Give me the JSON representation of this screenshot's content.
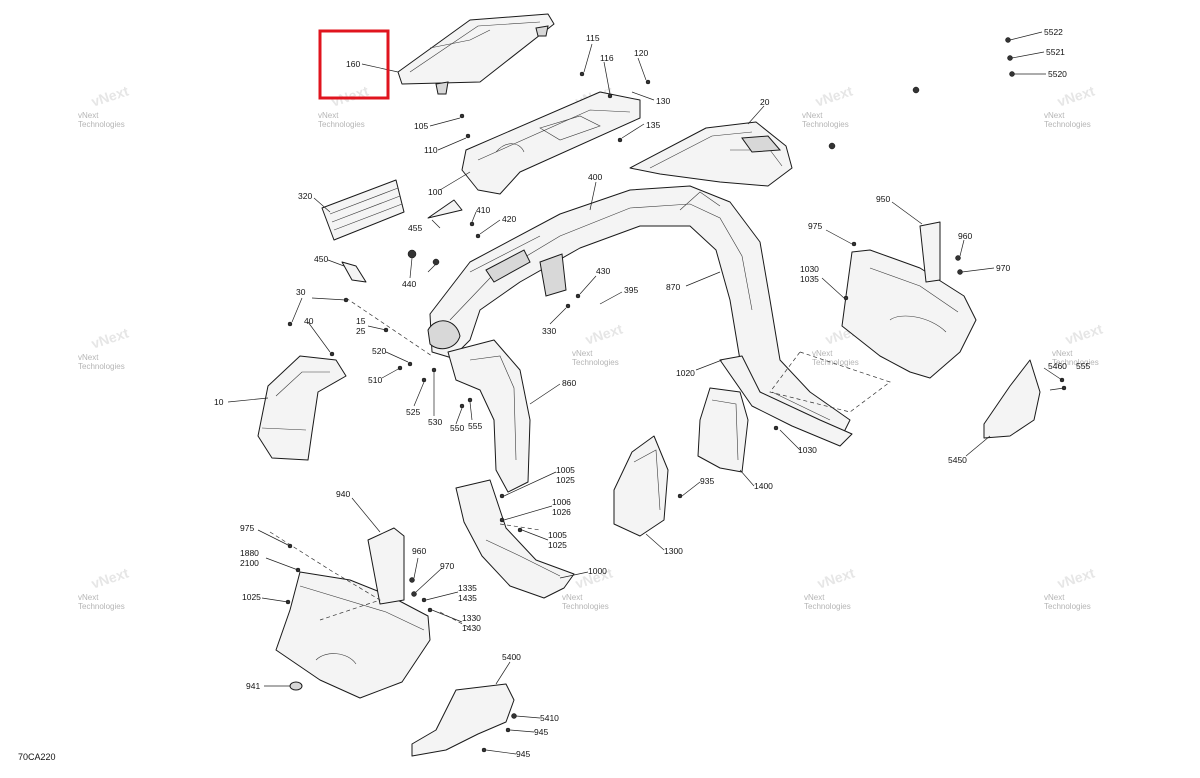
{
  "drawing_code": "70CA220",
  "highlighted_callout": "160",
  "highlight_color": "#e0141e",
  "watermark": {
    "line1": "vNext",
    "line2": "Technologies"
  },
  "callouts": {
    "c160": "160",
    "c115": "115",
    "c116": "116",
    "c120": "120",
    "c130": "130",
    "c135": "135",
    "c105": "105",
    "c110": "110",
    "c100": "100",
    "c20": "20",
    "c5522": "5522",
    "c5521": "5521",
    "c5520": "5520",
    "c320": "320",
    "c455": "455",
    "c410": "410",
    "c420": "420",
    "c400": "400",
    "c950": "950",
    "c975a": "975",
    "c960a": "960",
    "c970a": "970",
    "c1030a": "1030",
    "c1035": "1035",
    "c450": "450",
    "c440": "440",
    "c430": "430",
    "c395": "395",
    "c870": "870",
    "c330": "330",
    "c30": "30",
    "c40": "40",
    "c15": "15",
    "c25": "25",
    "c520": "520",
    "c510": "510",
    "c10": "10",
    "c525": "525",
    "c530": "530",
    "c550": "550",
    "c555a": "555",
    "c860": "860",
    "c1020": "1020",
    "c5460": "5460",
    "c555b": "555",
    "c1030b": "1030",
    "c5450": "5450",
    "c1400": "1400",
    "c935": "935",
    "c1300": "1300",
    "c1005a": "1005",
    "c1025a": "1025",
    "c1006": "1006",
    "c1026": "1026",
    "c1005b": "1005",
    "c1025b": "1025",
    "c1000": "1000",
    "c940": "940",
    "c975b": "975",
    "c1880": "1880",
    "c2100": "2100",
    "c960b": "960",
    "c970b": "970",
    "c1335": "1335",
    "c1435": "1435",
    "c1330": "1330",
    "c1430": "1430",
    "c1025c": "1025",
    "c941": "941",
    "c5400": "5400",
    "c5410": "5410",
    "c945a": "945",
    "c945b": "945"
  }
}
